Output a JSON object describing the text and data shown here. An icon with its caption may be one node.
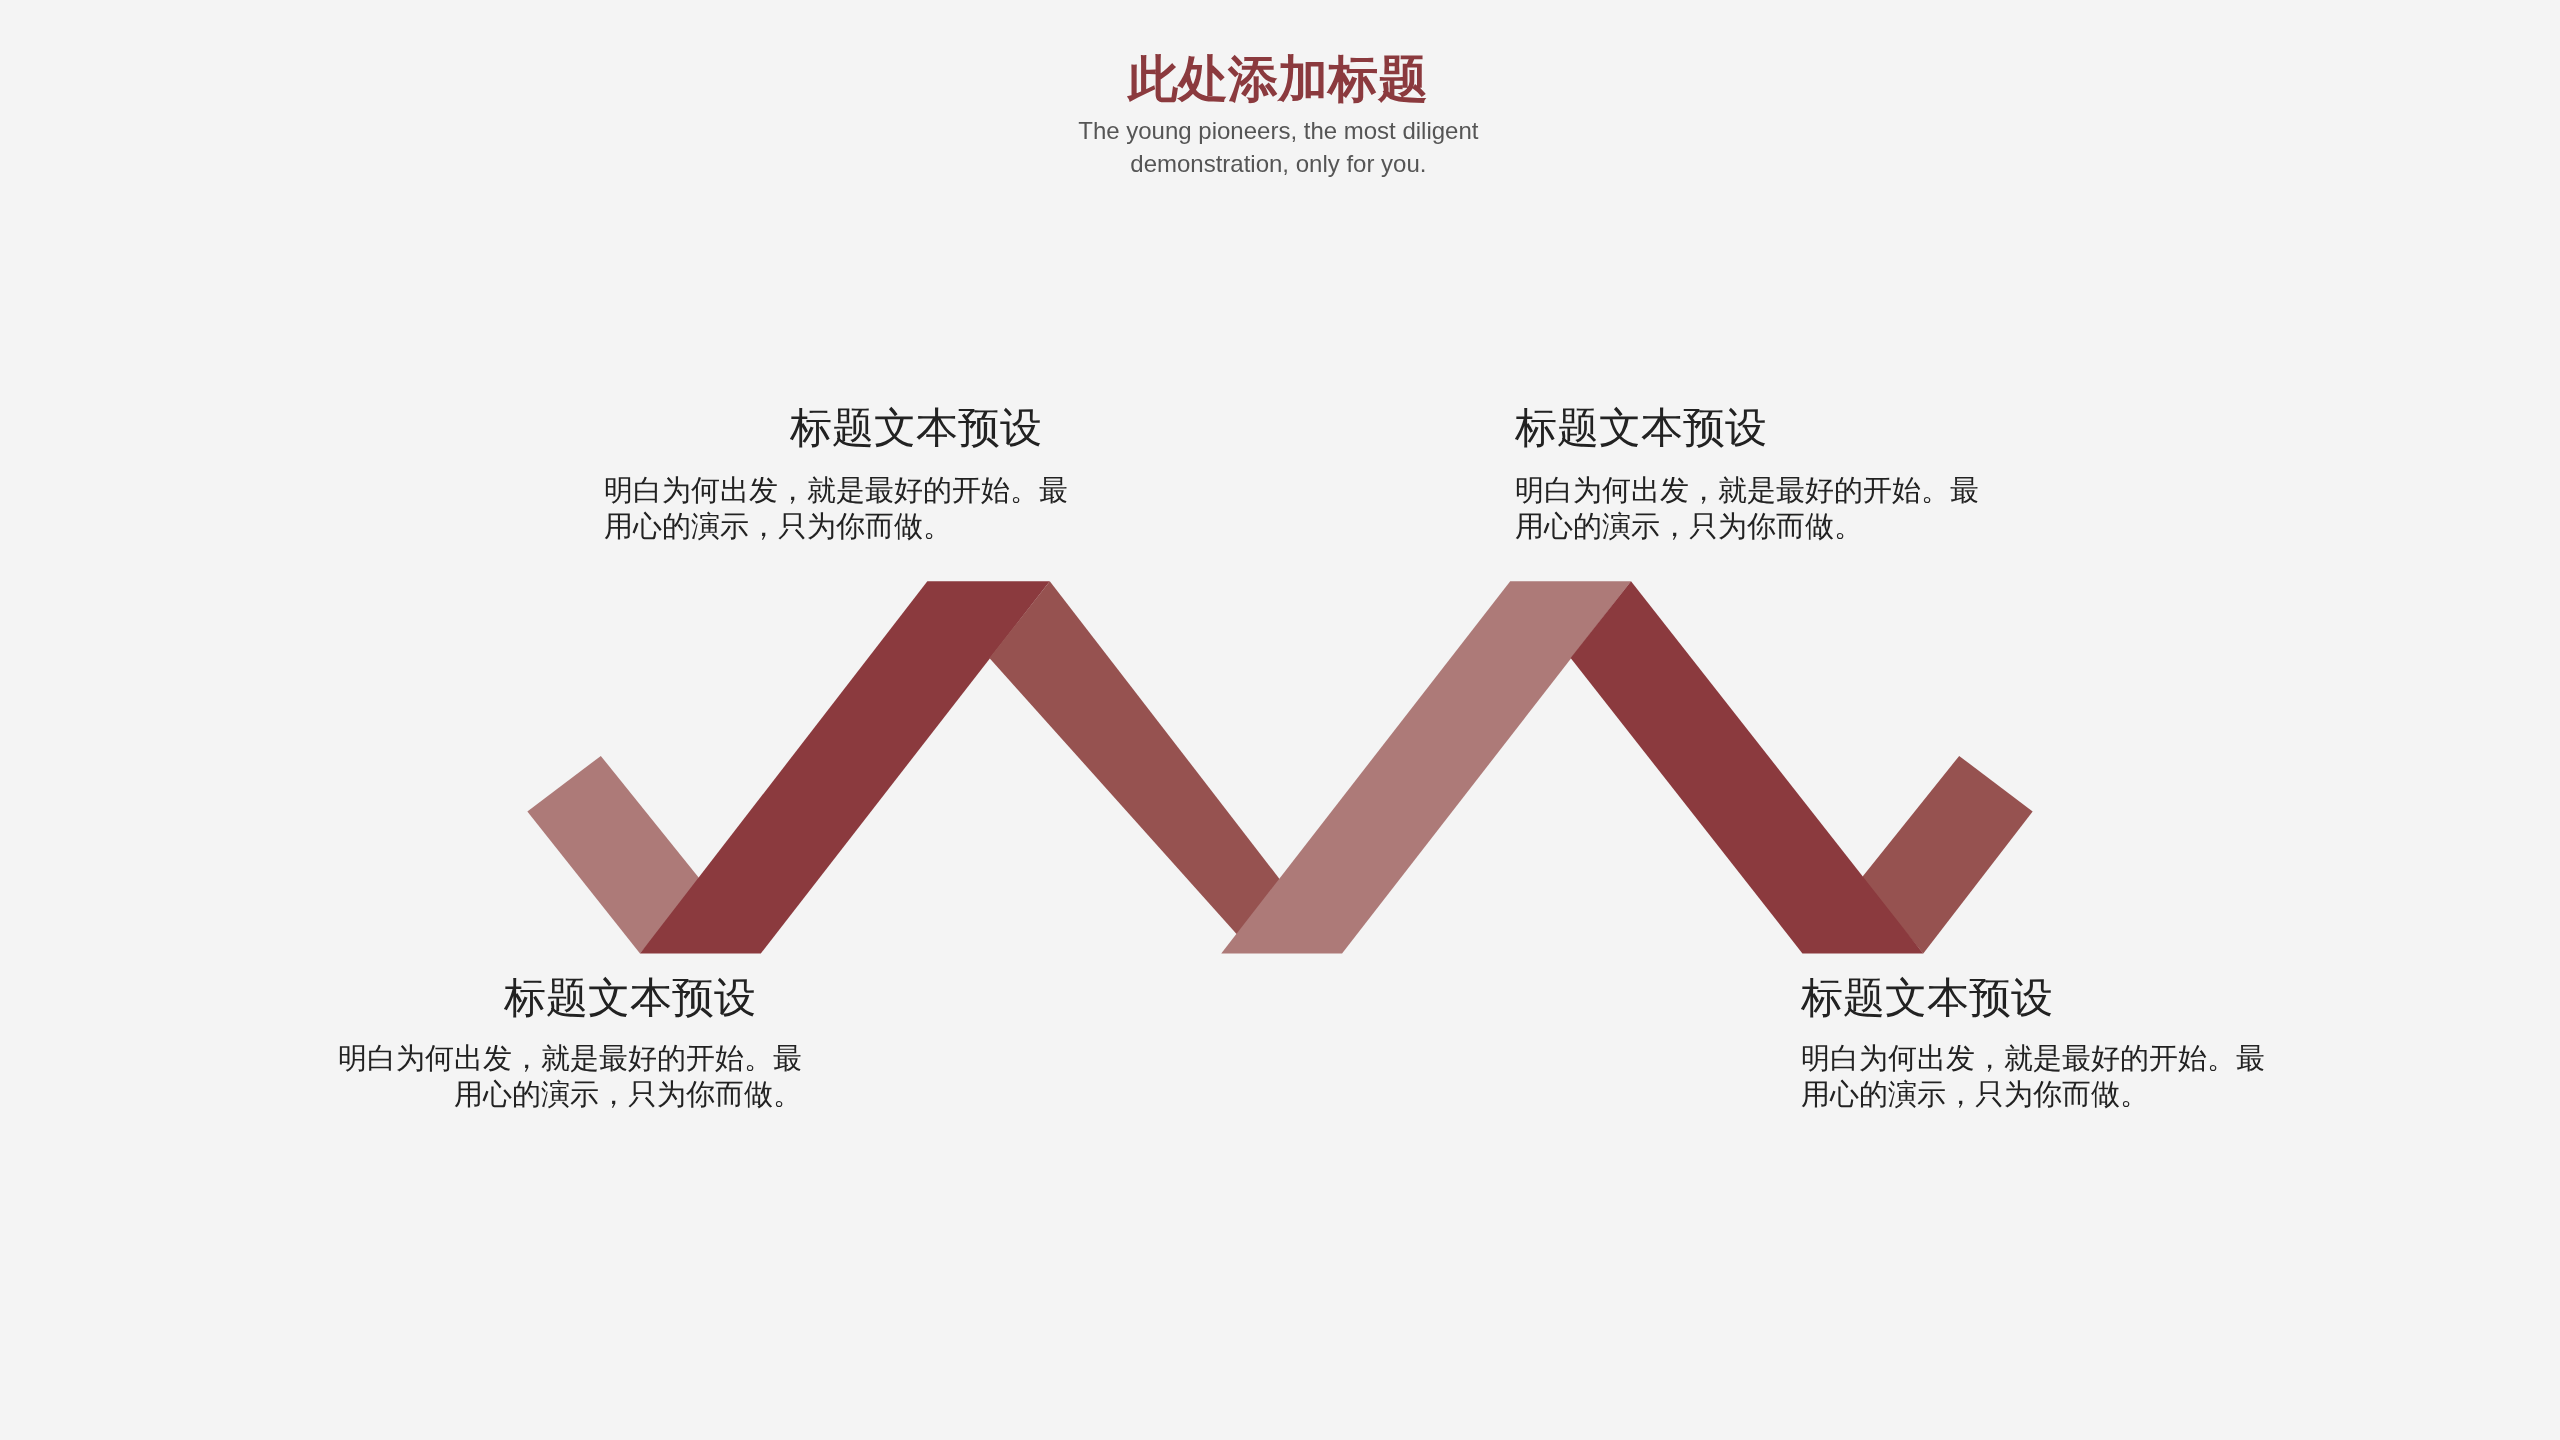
{
  "diagram": {
    "title": "此处添加标题",
    "labels": [
      "The young pioneers, the most diligent demonstration, only for you.",
      "标题文本预设",
      "明白为何出发，就是最好的开始。最用心的演示，只为你而做。",
      "标题文本预设",
      "明白为何出发，就是最好的开始。最用心的演示，只为你而做。",
      "标题文本预设",
      "明白为何出发，就是最好的开始。最用心的演示，只为你而做。",
      "标题文本预设",
      "明白为何出发，就是最好的开始。最用心的演示，只为你而做。"
    ]
  }
}
